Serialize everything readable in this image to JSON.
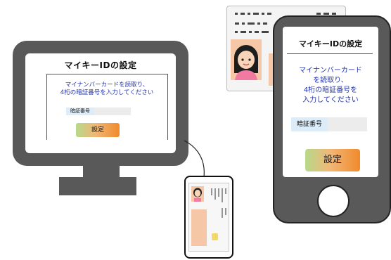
{
  "pc": {
    "title": "マイキーIDの設定",
    "message_line1": "マイナンバーカードを読取り、",
    "message_line2": "4桁の暗証番号を入力してください",
    "pin_label": "暗証番号",
    "pin_value": "",
    "button_label": "設定"
  },
  "mobile": {
    "title": "マイキーIDの設定",
    "message_line1": "マイナンバーカード",
    "message_line2": "を読取り、",
    "message_line3": "4桁の暗証番号を",
    "message_line4": "入力してください",
    "pin_label": "暗証番号",
    "pin_value": "",
    "button_label": "設定"
  },
  "colors": {
    "device_body": "#595959",
    "message_text": "#2233aa",
    "pin_label_bg": "#dcecf8",
    "button_gradient_start": "#b7d98b",
    "button_gradient_end": "#f18a2c",
    "card_photo_bg": "#f5c7a7"
  },
  "icons": {
    "monitor": "desktop-monitor-icon",
    "smartphone": "smartphone-icon",
    "id_card": "my-number-card-icon",
    "card_reader_phone": "card-reader-phone-icon"
  }
}
